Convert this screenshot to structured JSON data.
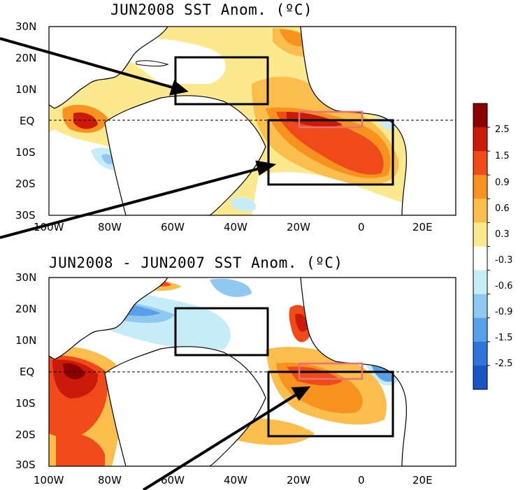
{
  "panels": [
    {
      "title": "JUN2008 SST Anom. (ºC)",
      "lat_labels": [
        "30N",
        "20N",
        "10N",
        "EQ",
        "10S",
        "20S",
        "30S"
      ],
      "lon_labels": [
        "100W",
        "80W",
        "60W",
        "40W",
        "20W",
        "0",
        "20E"
      ]
    },
    {
      "title": "JUN2008 - JUN2007 SST Anom. (ºC)",
      "lat_labels": [
        "30N",
        "20N",
        "10N",
        "EQ",
        "10S",
        "20S",
        "30S"
      ],
      "lon_labels": [
        "100W",
        "80W",
        "60W",
        "40W",
        "20W",
        "0",
        "20E"
      ]
    }
  ],
  "colorbar": {
    "labels": [
      "2.5",
      "1.5",
      "0.9",
      "0.6",
      "0.3",
      "-0.3",
      "-0.6",
      "-0.9",
      "-1.5",
      "-2.5"
    ],
    "colors": [
      "#8b0000",
      "#cc1a0a",
      "#f04a1a",
      "#f7921f",
      "#fbbe4c",
      "#fde98d",
      "#ffffff",
      "#c6ecf8",
      "#8fc8f0",
      "#5aa0e8",
      "#2f74d8",
      "#1a55c5"
    ]
  },
  "colors": {
    "land": "#ffffff",
    "coast": "#000000",
    "box_black": "#000000",
    "box_pink": "#e8707a",
    "arrow": "#000000"
  }
}
